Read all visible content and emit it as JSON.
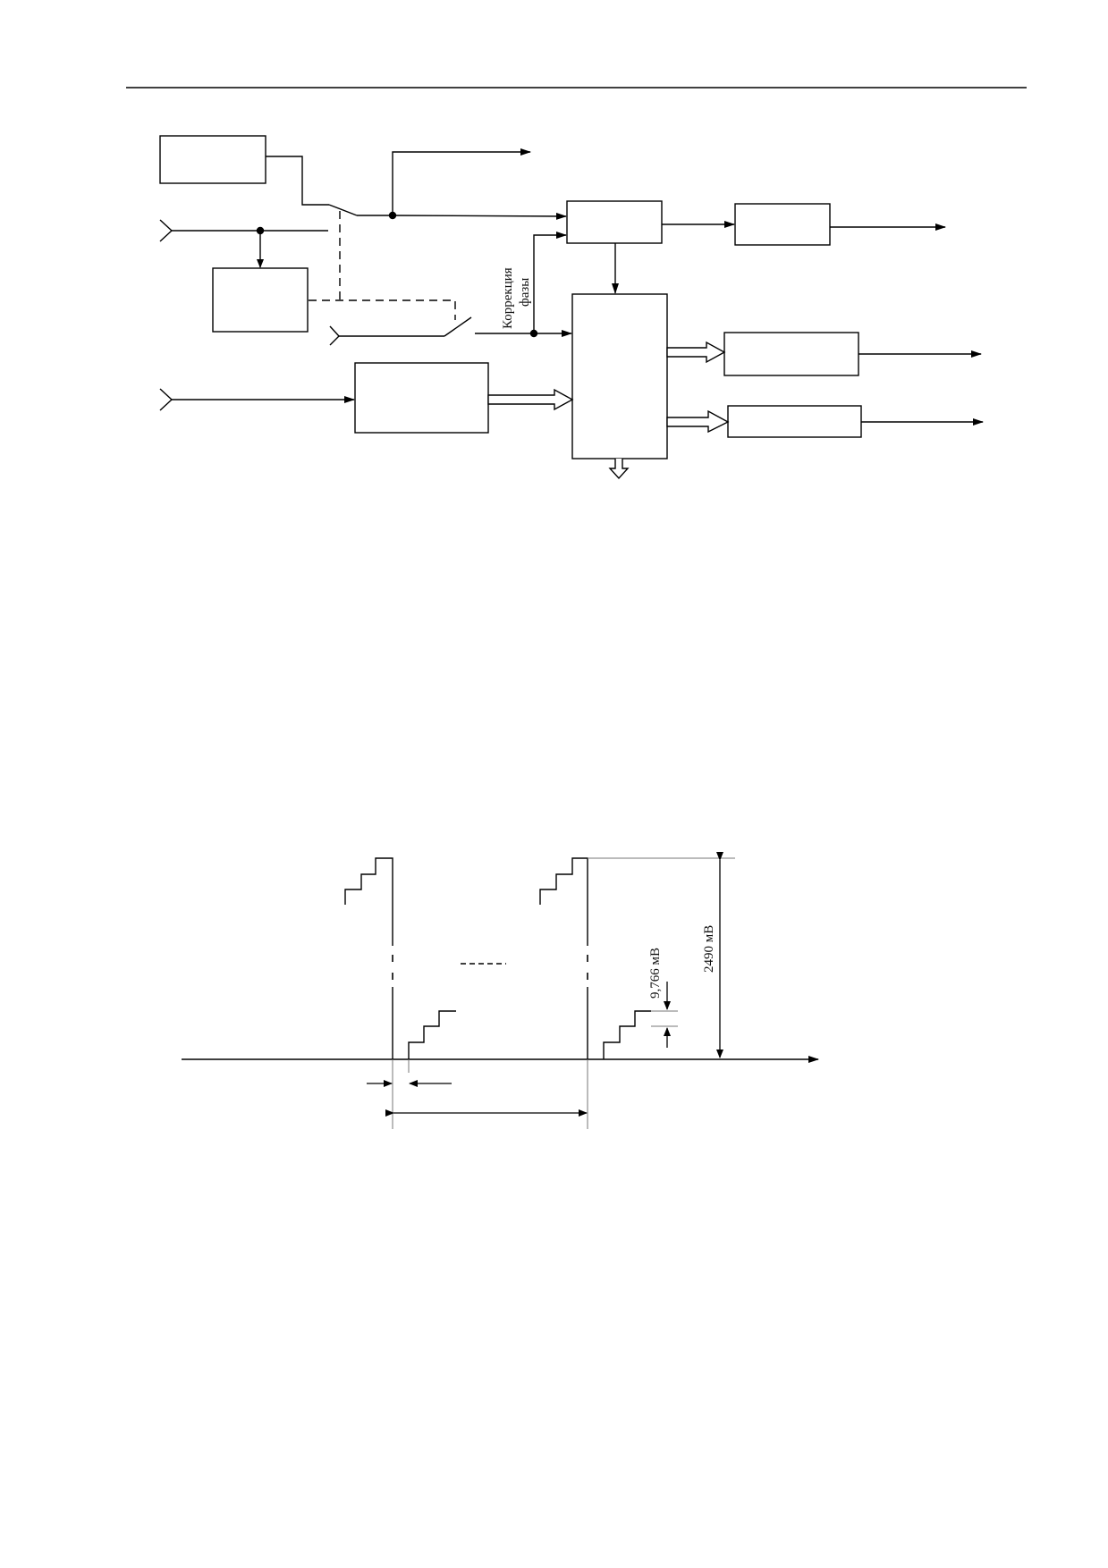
{
  "diagram1": {
    "labels": {
      "phase_correction": [
        "Коррекция",
        "фазы"
      ]
    }
  },
  "diagram2": {
    "labels": {
      "step_size": "9,766 мВ",
      "full_scale": "2490 мВ"
    }
  },
  "colors": {
    "line": "#000000",
    "thin_line": "#777777",
    "background": "#ffffff"
  }
}
